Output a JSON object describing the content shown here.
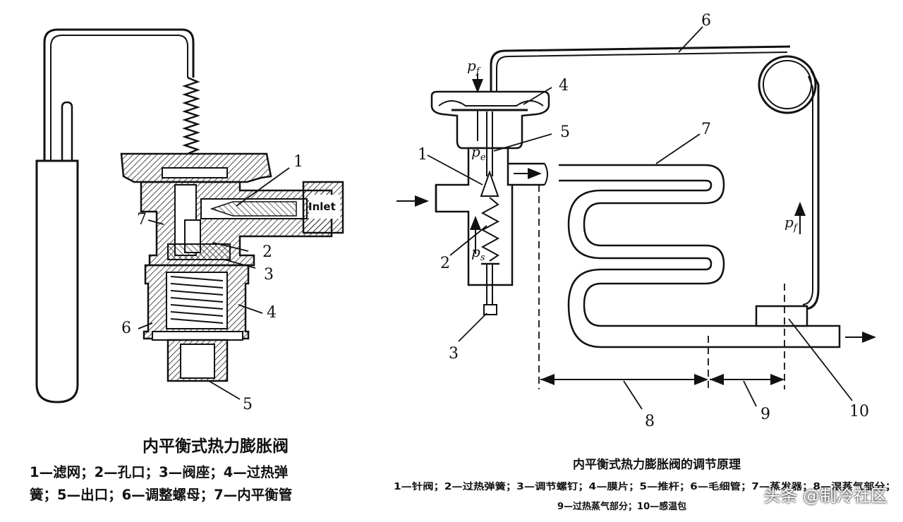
{
  "left": {
    "title": "内平衡式热力膨胀阀",
    "legend_line1": "1—滤网；2—孔口；3—阀座；4—过热弹",
    "legend_line2": "簧；5—出口；6—调整螺母；7—内平衡管",
    "inlet_label": "Inlet",
    "callouts": [
      "1",
      "2",
      "3",
      "4",
      "5",
      "6",
      "7"
    ]
  },
  "right": {
    "title": "内平衡式热力膨胀阀的调节原理",
    "legend_line1": "1—针阀；2—过热弹簧；3—调节螺钉；4—膜片；5—推杆；6—毛细管；7—蒸发器；8—湿蒸气部分；",
    "legend_line2": "9—过热蒸气部分；10—感温包",
    "callouts": [
      "1",
      "2",
      "3",
      "4",
      "5",
      "6",
      "7",
      "8",
      "9",
      "10"
    ],
    "pressure_labels": {
      "p_f_top": "p",
      "p_f_top_sub": "f",
      "p_e": "p",
      "p_e_sub": "e",
      "p_s": "p",
      "p_s_sub": "s",
      "p_f_right": "p",
      "p_f_right_sub": "f"
    }
  },
  "watermark": {
    "text": "头条 @制冷社区",
    "icon": "toutiao-logo-icon"
  }
}
